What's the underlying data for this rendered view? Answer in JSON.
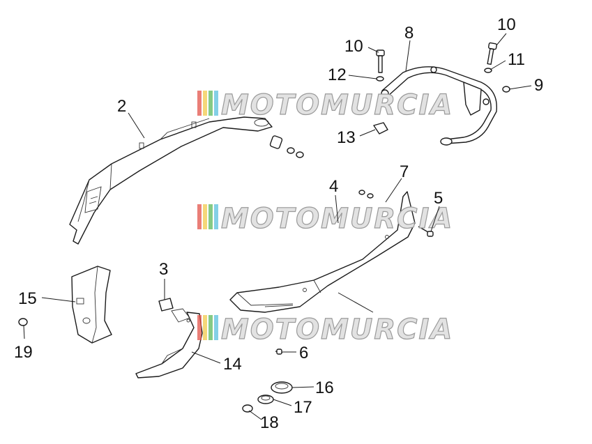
{
  "diagram": {
    "watermark": {
      "text": "MOTOMURCIA",
      "stripe_colors": [
        "#e3534a",
        "#f2c94c",
        "#5cb85c",
        "#5bc0de"
      ]
    },
    "callouts": [
      {
        "id": "c1",
        "label": "2"
      },
      {
        "id": "c2",
        "label": "8"
      },
      {
        "id": "c3",
        "label": "10"
      },
      {
        "id": "c4",
        "label": "10"
      },
      {
        "id": "c5",
        "label": "11"
      },
      {
        "id": "c6",
        "label": "12"
      },
      {
        "id": "c7",
        "label": "9"
      },
      {
        "id": "c8",
        "label": "13"
      },
      {
        "id": "c9",
        "label": "4"
      },
      {
        "id": "c10",
        "label": "7"
      },
      {
        "id": "c11",
        "label": "5"
      },
      {
        "id": "c12",
        "label": "3"
      },
      {
        "id": "c13",
        "label": "15"
      },
      {
        "id": "c14",
        "label": "19"
      },
      {
        "id": "c15",
        "label": "6"
      },
      {
        "id": "c16",
        "label": "14"
      },
      {
        "id": "c17",
        "label": "16"
      },
      {
        "id": "c18",
        "label": "17"
      },
      {
        "id": "c19",
        "label": "18"
      }
    ]
  }
}
